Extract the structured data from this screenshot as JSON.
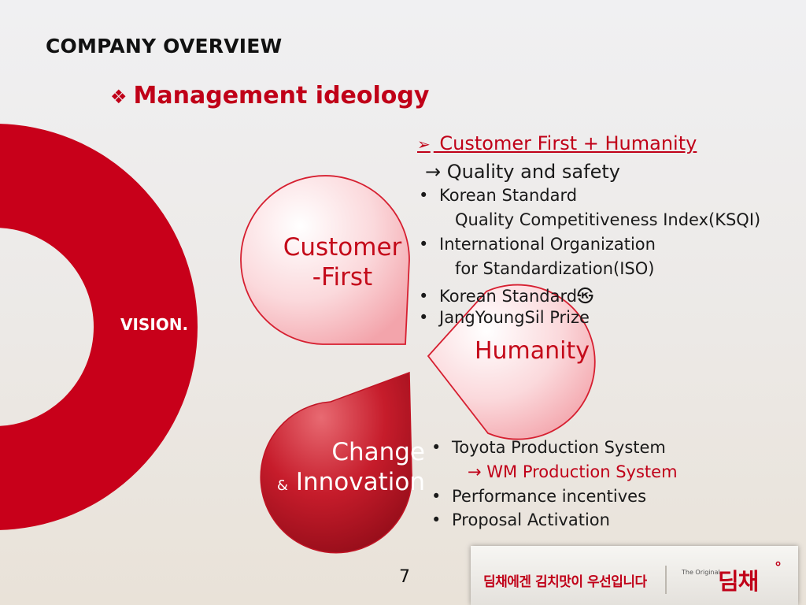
{
  "slide": {
    "title": "COMPANY OVERVIEW",
    "subtitle": "Management ideology",
    "subtitle_bullet": "❖",
    "page_number": "7"
  },
  "ring": {
    "label": "VISION.",
    "color": "#c8001a"
  },
  "petals": {
    "customer": {
      "line1": "Customer",
      "line2": "-First"
    },
    "humanity": {
      "label": "Humanity"
    },
    "change": {
      "line1": "Change",
      "amp": "&",
      "line2": "Innovation"
    }
  },
  "customer_first_block": {
    "marker": "➢",
    "heading": " Customer First + Humanity",
    "subline": "→ Quality and safety",
    "bullets": [
      {
        "bullet": "•",
        "text": "Korean Standard"
      },
      {
        "text": "Quality Competitiveness Index(KSQI)"
      },
      {
        "bullet": "•",
        "text": "International Organization"
      },
      {
        "text": "for Standardization(ISO)"
      },
      {
        "bullet": "•",
        "text": "Korean Standard㉿"
      },
      {
        "bullet": "•",
        "text": "JangYoungSil Prize"
      }
    ]
  },
  "change_block": {
    "bullets": [
      {
        "bullet": "•",
        "text": "Toyota Production System"
      },
      {
        "text": "→ WM Production System"
      },
      {
        "bullet": "•",
        "text": "Performance incentives"
      },
      {
        "bullet": "•",
        "text": "Proposal Activation"
      }
    ]
  },
  "footer": {
    "slogan": "딤채에겐 김치맛이 우선입니다",
    "original_tag": "The Original",
    "brand": "딤채",
    "brand_mark": "°"
  },
  "colors": {
    "accent_red": "#c00018",
    "petal_light": "#fbd3d6",
    "petal_dark": "#b3101f"
  }
}
